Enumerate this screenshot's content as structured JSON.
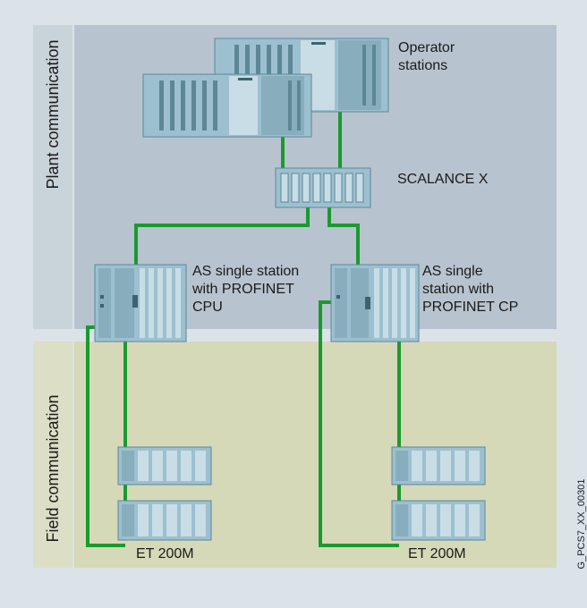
{
  "zones": {
    "plant": "Plant communication",
    "field": "Field communication"
  },
  "labels": {
    "operator_1": "Operator",
    "operator_2": "stations",
    "switch": "SCALANCE X",
    "as_cpu_1": "AS single station",
    "as_cpu_2": "with PROFINET",
    "as_cpu_3": "CPU",
    "as_cp_1": "AS single",
    "as_cp_2": "station with",
    "as_cp_3": "PROFINET CP",
    "et_left": "ET 200M",
    "et_right": "ET 200M"
  },
  "image_code": "G_PCS7_XX_00301",
  "colors": {
    "background": "#dbe3e9",
    "plant_zone": "#b7c4cf",
    "field_zone": "#d6d9b8",
    "label_strip": "#c9d3da",
    "cable": "#1a9a2e",
    "device_body": "#9dc0d0",
    "device_dark": "#5d8796"
  }
}
